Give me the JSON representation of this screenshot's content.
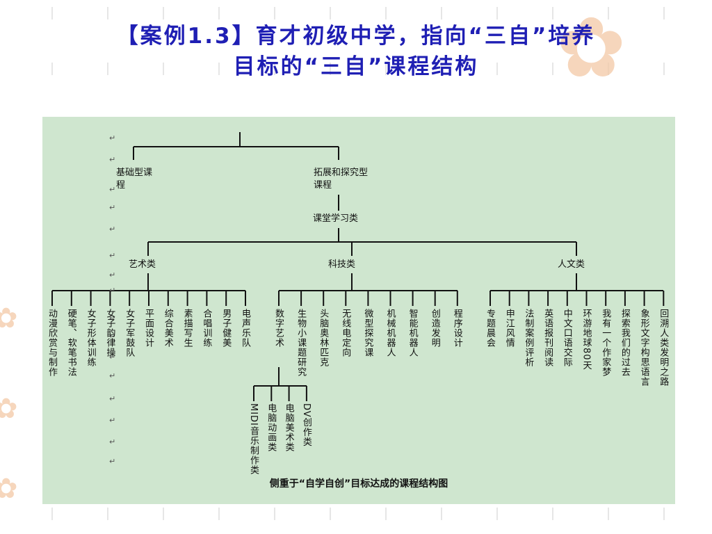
{
  "title": {
    "line1": "【案例1.3】育才初级中学，指向“三自”培养",
    "line2": "目标的“三自”课程结构"
  },
  "diagram": {
    "level1": {
      "basic": "基础型课程",
      "extended": "拓展和探究型课程"
    },
    "classroom": "课堂学习类",
    "categories": {
      "art": "艺术类",
      "tech": "科技类",
      "human": "人文类"
    },
    "art_items": [
      "动漫欣赏与制作",
      "硬笔、软笔书法",
      "女子形体训练",
      "女子韵律操",
      "女子军鼓队",
      "平面设计",
      "综合美术",
      "素描写生",
      "合唱训练",
      "男子健美",
      "电声乐队"
    ],
    "tech_items": [
      "数字艺术",
      "生物小课题研究",
      "头脑奥林匹克",
      "无线电定向",
      "微型探究课",
      "机械机器人",
      "智能机器人",
      "创造发明",
      "程序设计"
    ],
    "digital_art_sub": [
      "MIDI音乐制作类",
      "电脑动画类",
      "电脑美术类",
      "DV创作类"
    ],
    "human_items": [
      "专题晨会",
      "申江风情",
      "法制案例评析",
      "英语报刊阅读",
      "中文口语交际",
      "环游地球80天",
      "我有一个作家梦",
      "探索我们的过去",
      "象形文字构思语言",
      "回溯人类发明之路"
    ],
    "caption": "侧重于“自学自创”目标达成的课程结构图",
    "markers": [
      "↵",
      "↵",
      "↵",
      "↵",
      "↵",
      "↵",
      "↵",
      "↵",
      "↵",
      "↵",
      "↵",
      "↵",
      "↵",
      "↵",
      "↵",
      "↵"
    ]
  },
  "colors": {
    "title": "#1f1fb4",
    "panel": "#cfe6cf",
    "deco": "#f3c9a6"
  }
}
